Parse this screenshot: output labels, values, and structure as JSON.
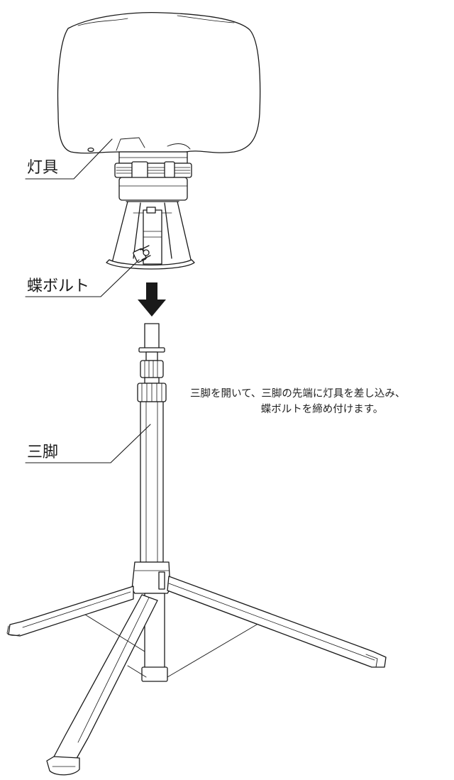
{
  "labels": {
    "lamp": "灯具",
    "butterfly_bolt": "蝶ボルト",
    "tripod": "三脚"
  },
  "instruction": {
    "line1": "三脚を開いて、三脚の先端に灯具を差し込み、",
    "line2": "蝶ボルトを締め付けます。"
  },
  "colors": {
    "stroke": "#1a1a1a",
    "arrow": "#1a1a1a",
    "background": "#ffffff"
  }
}
